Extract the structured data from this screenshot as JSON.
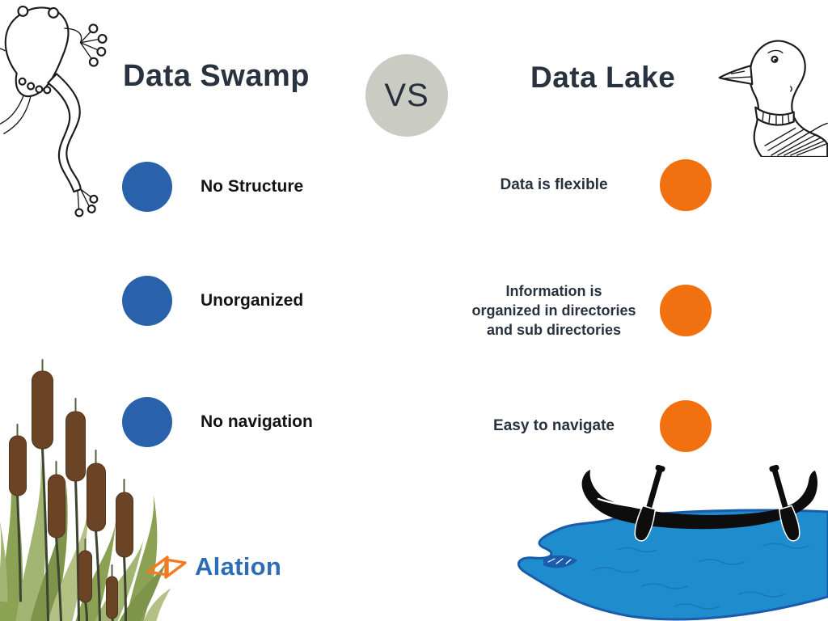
{
  "vs_badge": {
    "label": "VS"
  },
  "left_column": {
    "title": "Data Swamp",
    "items": [
      {
        "label": "No Structure"
      },
      {
        "label": "Unorganized"
      },
      {
        "label": "No navigation"
      }
    ]
  },
  "right_column": {
    "title": "Data Lake",
    "items": [
      {
        "label": "Data is flexible"
      },
      {
        "label": "Information is\norganized in directories\nand sub directories"
      },
      {
        "label": "Easy to navigate"
      }
    ]
  },
  "branding": {
    "logo_text": "Alation"
  },
  "illustrations": {
    "top_left": "frog-line-drawing",
    "top_right": "loon-line-drawing",
    "bottom_left": "cattails",
    "bottom_right": "canoe-with-paddles-on-lake"
  },
  "colors": {
    "title_text": "#29323f",
    "left_item_text": "#141414",
    "right_item_text": "#28323f",
    "blue_bullet": "#2a61ab",
    "orange_bullet": "#f17010",
    "vs_bg": "#cacbc2",
    "vs_text": "#272f3e",
    "alation_blue": "#2e6db6",
    "alation_orange": "#f47a1f",
    "water_blue": "#1f8ccd",
    "water_dark": "#1a5cab",
    "cattail_brown": "#6a4425",
    "ink": "#1c1c1c"
  }
}
